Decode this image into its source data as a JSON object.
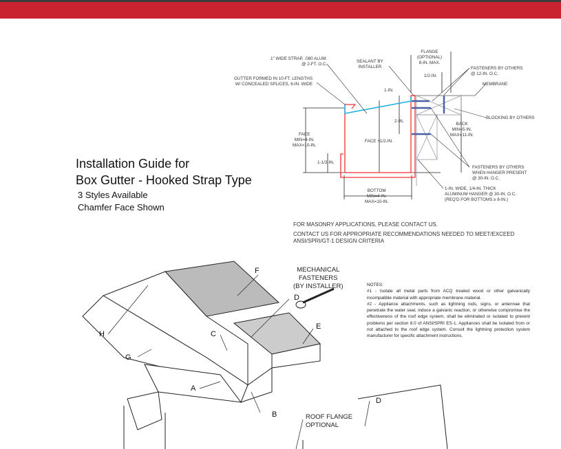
{
  "header": {
    "accent": "#c8232f"
  },
  "title": {
    "line1": "Installation Guide for",
    "line2": "Box Gutter - Hooked Strap Type",
    "line3": "3 Styles Available",
    "line4": "Chamfer Face Shown"
  },
  "detail": {
    "strap": "1\" WIDE STRAP, .080 ALUM.",
    "strap2": "@ 2-FT. O.C.",
    "gutter": "GUTTER FORMED IN 10-FT. LENGTHS",
    "gutter2": "W/ CONCEALED SPLICES, 6-IN. WIDE",
    "sealant": "SEALANT BY",
    "sealant2": "INSTALLER",
    "flange": "FLANGE",
    "flange2": "(OPTIONAL)",
    "flange3": "8-IN. MAX.",
    "half": "1/2-IN.",
    "fast1": "FASTENERS BY OTHERS",
    "fast1b": "@ 12-IN. O.C.",
    "membrane": "MEMBRANE",
    "one": "1-IN.",
    "two": "2-IN.",
    "blocking": "BLOCKING BY OTHERS",
    "face": "FACE",
    "facemin": "MIN=4-IN.",
    "facemax": "MAX=10-IN.",
    "faceplus": "FACE +1/2-IN.",
    "back": "BACK",
    "backmin": "MIN=5-IN.",
    "backmax": "MAX=11-IN.",
    "oneHalf": "1-1/2-IN.",
    "fast2": "FASTENERS BY OTHERS",
    "fast2b": "WHEN HANGER PRESENT",
    "fast2c": "@ 30-IN. O.C.",
    "bottom": "BOTTOM",
    "botmin": "MIN=4-IN.",
    "botmax": "MAX=10-IN.",
    "hanger": "1-IN. WIDE, 1/4-IN. THICK",
    "hanger2": "ALUMINUM HANGER @ 30-IN. O.C.",
    "hanger3": "(REQ'D FOR BOTTOMS ≥ 8-IN.)"
  },
  "contact": {
    "l1": "FOR MASONRY APPLICATIONS, PLEASE CONTACT US.",
    "l2": "CONTACT US FOR APPROPRIATE RECOMMENDATIONS NEEDED TO MEET/EXCEED",
    "l3": "ANSI/SPRI/GT-1 DESIGN CRITERIA"
  },
  "fasteners": {
    "l1": "MECHANICAL",
    "l2": "FASTENERS",
    "l3": "(BY INSTALLER)"
  },
  "notes": {
    "title": "NOTES:",
    "n1": "#1 - Isolate all metal parts from ACQ treated wood or other galvanically incompatible material with appropriate membrane material.",
    "n2": "#2 - Appliance attachments, such as lightning rods, signs, or antennae that penetrate the water seal, induce a galvanic reaction, or otherwise compromise the effectiveness of the roof edge system, shall be eliminated or isolated to prevent problems per section 8.0 of ANSI/SPRI ES-1. Appliances shall be isolated from or not attached to the roof edge system. Consult the lightning protection system manufacturer for specific attachment instructions."
  },
  "labels": {
    "A": "A",
    "B": "B",
    "C": "C",
    "D": "D",
    "E": "E",
    "F": "F",
    "G": "G",
    "H": "H",
    "D2": "D",
    "roof1": "ROOF FLANGE",
    "roof2": "OPTIONAL"
  }
}
